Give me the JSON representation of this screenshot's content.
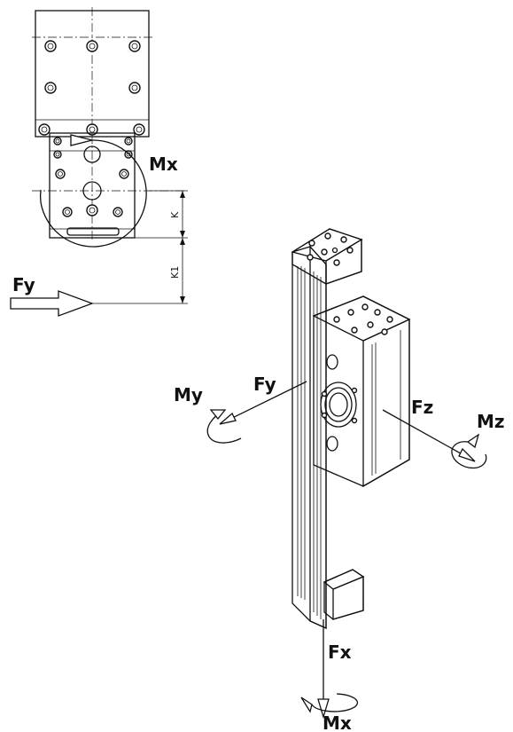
{
  "labels": {
    "top_mx": "Mx",
    "top_fy": "Fy",
    "dim_k": "K",
    "dim_k1": "K1",
    "fy": "Fy",
    "my": "My",
    "fz": "Fz",
    "mz": "Mz",
    "fx": "Fx",
    "bottom_mx": "Mx"
  }
}
